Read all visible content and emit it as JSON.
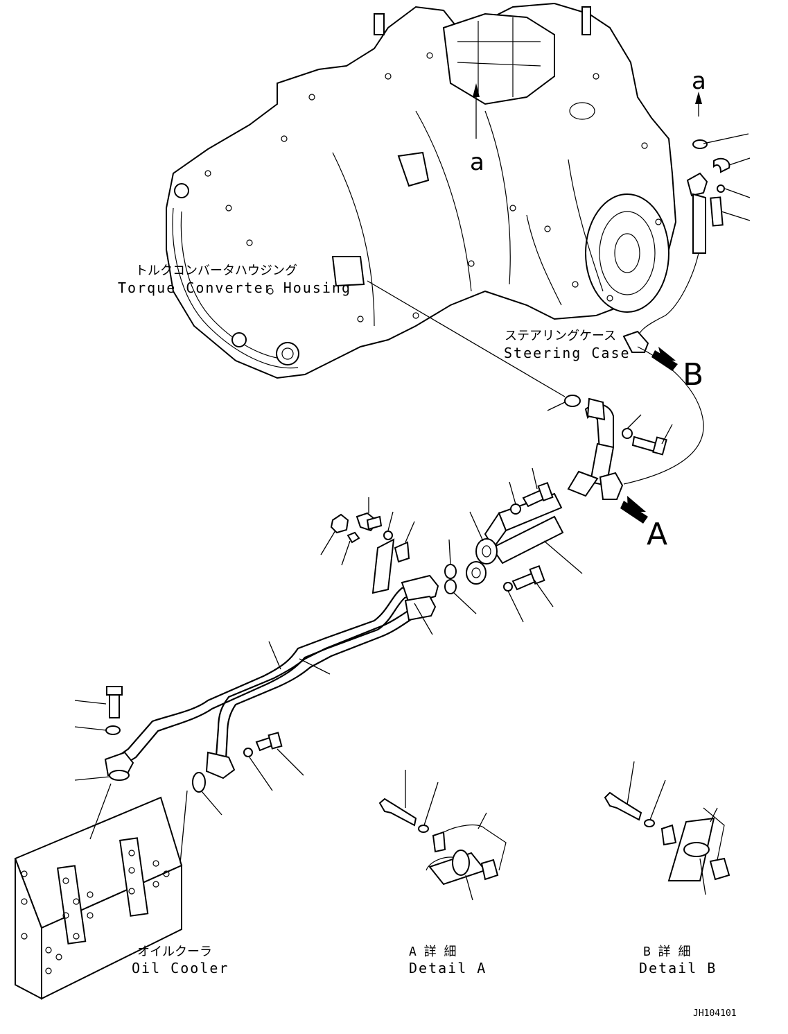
{
  "labels": {
    "torque_converter_jp": "トルクコンバータハウジング",
    "torque_converter_en": "Torque Converter Housing",
    "steering_case_jp": "ステアリングケース",
    "steering_case_en": "Steering Case",
    "oil_cooler_jp": "オイルクーラ",
    "oil_cooler_en": "Oil Cooler",
    "detail_a_jp": "A 詳 細",
    "detail_a_en": "Detail A",
    "detail_b_jp": "B 詳 細",
    "detail_b_en": "Detail B",
    "view_a": "A",
    "view_b": "B",
    "ref_a_top": "a",
    "ref_a_right": "a",
    "drawing_id": "JH104101"
  }
}
